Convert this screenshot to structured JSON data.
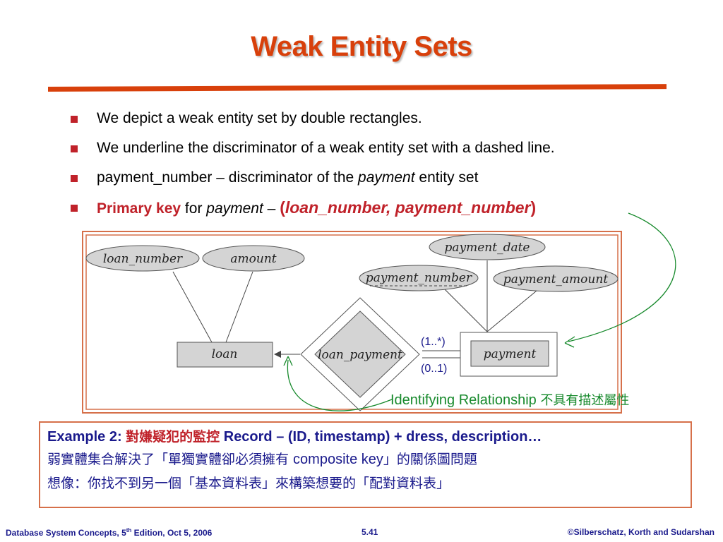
{
  "slide": {
    "title": "Weak Entity Sets",
    "bullets": {
      "b1": "We depict a weak entity set by double rectangles.",
      "b2": "We underline the discriminator of a weak entity set  with a dashed line.",
      "b3_a": "payment_number – discriminator of the ",
      "b3_b": "payment",
      "b3_c": " entity set",
      "b4_a": "Primary key",
      "b4_b": " for ",
      "b4_c": "payment",
      "b4_d": " – ",
      "b4_e": "(",
      "b4_f": "loan_number, payment_number",
      "b4_g": ")"
    }
  },
  "diagram": {
    "attributes": {
      "loan_number": "loan_number",
      "amount": "amount",
      "payment_date": "payment_date",
      "payment_number": "payment_number",
      "payment_amount": "payment_amount"
    },
    "entities": {
      "loan": "loan",
      "payment": "payment"
    },
    "relationship": "loan_payment",
    "cardinality_top": "(1..*)",
    "cardinality_bottom": "(0..1)",
    "identifying_label": "Identifying Relationship",
    "identifying_note": "不具有描述屬性"
  },
  "example": {
    "label": "Example 2: ",
    "topic": "對嫌疑犯的監控",
    "record": " Record – (ID, timestamp) + dress, description…",
    "line2_a": "弱實體集合解決了「單獨實體卻必須擁有  ",
    "line2_b": "composite key",
    "line2_c": "」的關係圖問題",
    "line3": "想像：你找不到另一個「基本資料表」來構築想要的「配對資料表」"
  },
  "footer": {
    "left_a": "Database System Concepts, 5",
    "left_sup": "th",
    "left_b": " Edition, Oct 5,  2006",
    "center": "5.41",
    "right": "©Silberschatz, Korth and Sudarshan"
  },
  "colors": {
    "title": "#d8400b",
    "bullet_marker": "#c0222a",
    "highlight": "#c0222a",
    "annotation_green": "#16892b",
    "example_text": "#1a1a8c",
    "frame": "#d6704a"
  }
}
